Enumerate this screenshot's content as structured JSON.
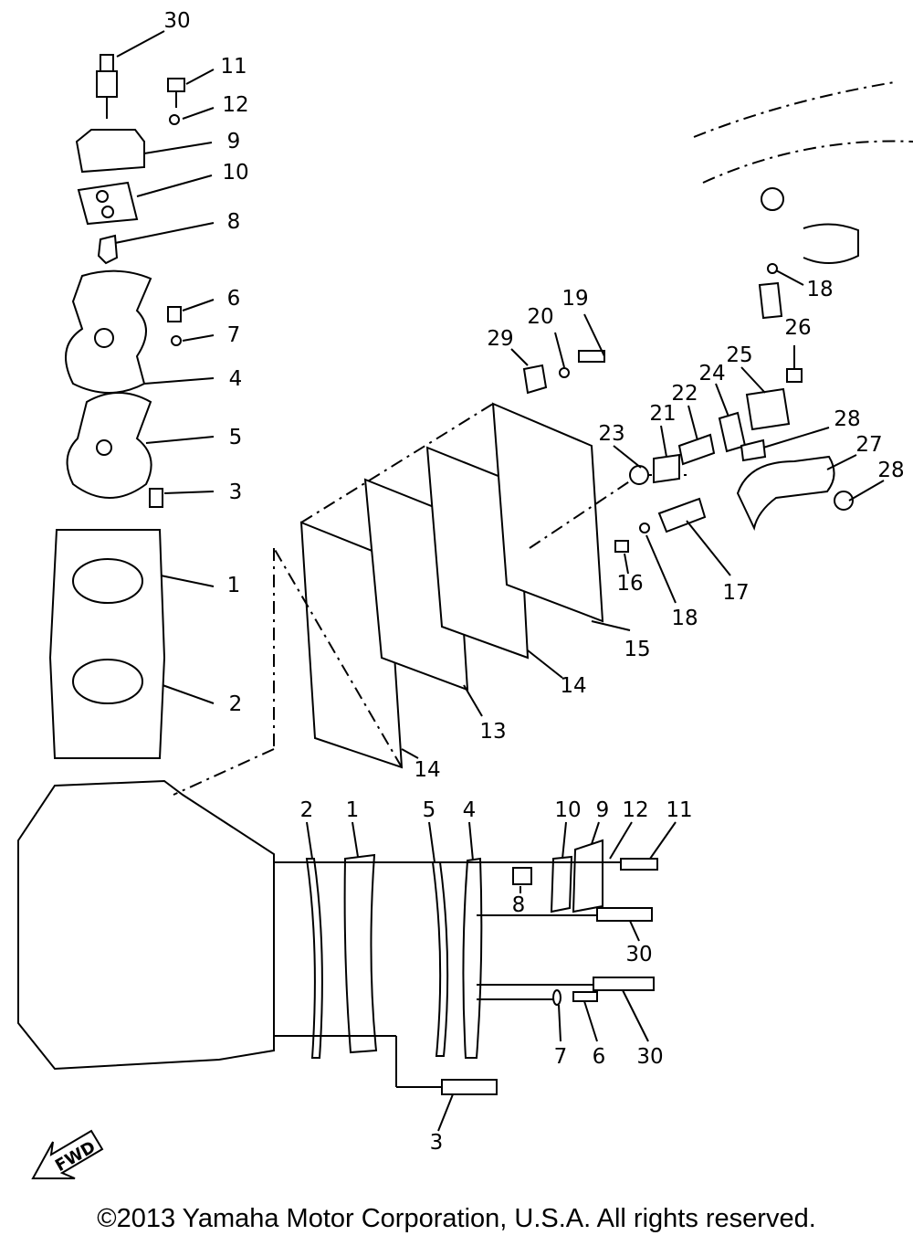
{
  "copyright": "©2013 Yamaha Motor Corporation, U.S.A. All rights reserved.",
  "fwd_label": "FWD",
  "callouts": {
    "c30a": "30",
    "c11a": "11",
    "c12a": "12",
    "c9a": "9",
    "c10a": "10",
    "c8a": "8",
    "c6a": "6",
    "c7a": "7",
    "c4a": "4",
    "c5a": "5",
    "c3a": "3",
    "c1a": "1",
    "c2a": "2",
    "c14a": "14",
    "c13": "13",
    "c14b": "14",
    "c15": "15",
    "c16": "16",
    "c17": "17",
    "c18a": "18",
    "c18b": "18",
    "c19": "19",
    "c20": "20",
    "c21": "21",
    "c22": "22",
    "c23": "23",
    "c24": "24",
    "c25": "25",
    "c26": "26",
    "c27": "27",
    "c28a": "28",
    "c28b": "28",
    "c29": "29",
    "s2": "2",
    "s1": "1",
    "s5": "5",
    "s4": "4",
    "s10": "10",
    "s9": "9",
    "s12": "12",
    "s11": "11",
    "s8": "8",
    "s30a": "30",
    "s7": "7",
    "s6": "6",
    "s30b": "30",
    "s3": "3"
  }
}
